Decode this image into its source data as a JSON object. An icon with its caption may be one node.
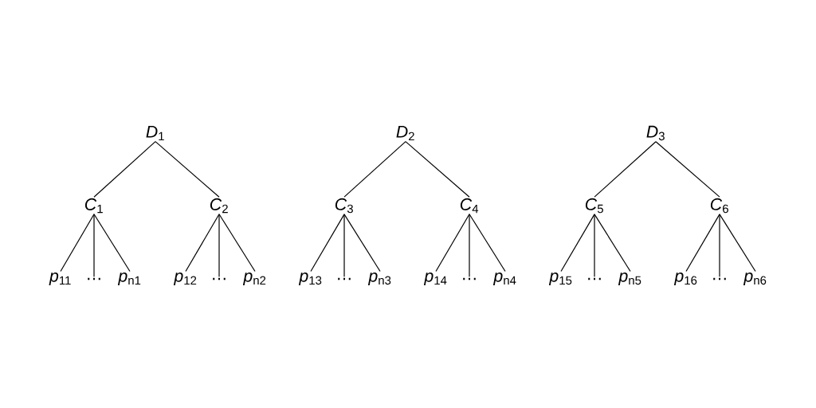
{
  "diagram": {
    "nodes": [
      {
        "text": [
          "*D*$_{1}$"
        ]
      },
      {
        "text": [
          "*D*$_{2}$"
        ]
      },
      {
        "text": [
          "*D*$_{3}$"
        ]
      },
      {
        "text": [
          "*C*$_{1}$"
        ]
      },
      {
        "text": [
          "*C*$_{2}$"
        ]
      },
      {
        "text": [
          "*C*$_{3}$"
        ]
      },
      {
        "text": [
          "*C*$_{4}$"
        ]
      },
      {
        "text": [
          "*C*$_{5}$"
        ]
      },
      {
        "text": [
          "*C*$_{6}$"
        ]
      },
      {
        "text": [
          "*p*$_{11}$"
        ]
      },
      {
        "text": [
          "…"
        ]
      },
      {
        "text": [
          "*p*$_{n1}$"
        ]
      },
      {
        "text": [
          "*p*$_{12}$"
        ]
      },
      {
        "text": [
          "…"
        ]
      },
      {
        "text": [
          "*p*$_{n2}$"
        ]
      },
      {
        "text": [
          "*p*$_{13}$"
        ]
      },
      {
        "text": [
          "…"
        ]
      },
      {
        "text": [
          "*p*$_{n3}$"
        ]
      },
      {
        "text": [
          "*p*$_{14}$"
        ]
      },
      {
        "text": [
          "…"
        ]
      },
      {
        "text": [
          "*p*$_{n4}$"
        ]
      },
      {
        "text": [
          "*p*$_{15}$"
        ]
      },
      {
        "text": [
          "…"
        ]
      },
      {
        "text": [
          "*p*$_{n5}$"
        ]
      },
      {
        "text": [
          "*p*$_{16}$"
        ]
      },
      {
        "text": [
          "…"
        ]
      },
      {
        "text": [
          "*p*$_{n6}$"
        ]
      }
    ],
    "edges": [
      {
        "from": 0,
        "to": 3,
        "arrow": "none"
      },
      {
        "from": 0,
        "to": 4,
        "arrow": "none"
      },
      {
        "from": 1,
        "to": 5,
        "arrow": "none"
      },
      {
        "from": 1,
        "to": 6,
        "arrow": "none"
      },
      {
        "from": 2,
        "to": 7,
        "arrow": "none"
      },
      {
        "from": 2,
        "to": 8,
        "arrow": "none"
      },
      {
        "from": 3,
        "to": 9,
        "arrow": "none"
      },
      {
        "from": 3,
        "to": 10,
        "arrow": "none"
      },
      {
        "from": 3,
        "to": 11,
        "arrow": "none"
      },
      {
        "from": 4,
        "to": 12,
        "arrow": "none"
      },
      {
        "from": 4,
        "to": 13,
        "arrow": "none"
      },
      {
        "from": 4,
        "to": 14,
        "arrow": "none"
      },
      {
        "from": 5,
        "to": 15,
        "arrow": "none"
      },
      {
        "from": 5,
        "to": 16,
        "arrow": "none"
      },
      {
        "from": 5,
        "to": 17,
        "arrow": "none"
      },
      {
        "from": 6,
        "to": 18,
        "arrow": "none"
      },
      {
        "from": 6,
        "to": 19,
        "arrow": "none"
      },
      {
        "from": 6,
        "to": 20,
        "arrow": "none"
      },
      {
        "from": 7,
        "to": 21,
        "arrow": "none"
      },
      {
        "from": 7,
        "to": 22,
        "arrow": "none"
      },
      {
        "from": 7,
        "to": 23,
        "arrow": "none"
      },
      {
        "from": 8,
        "to": 24,
        "arrow": "none"
      },
      {
        "from": 8,
        "to": 25,
        "arrow": "none"
      },
      {
        "from": 8,
        "to": 26,
        "arrow": "none"
      }
    ]
  }
}
